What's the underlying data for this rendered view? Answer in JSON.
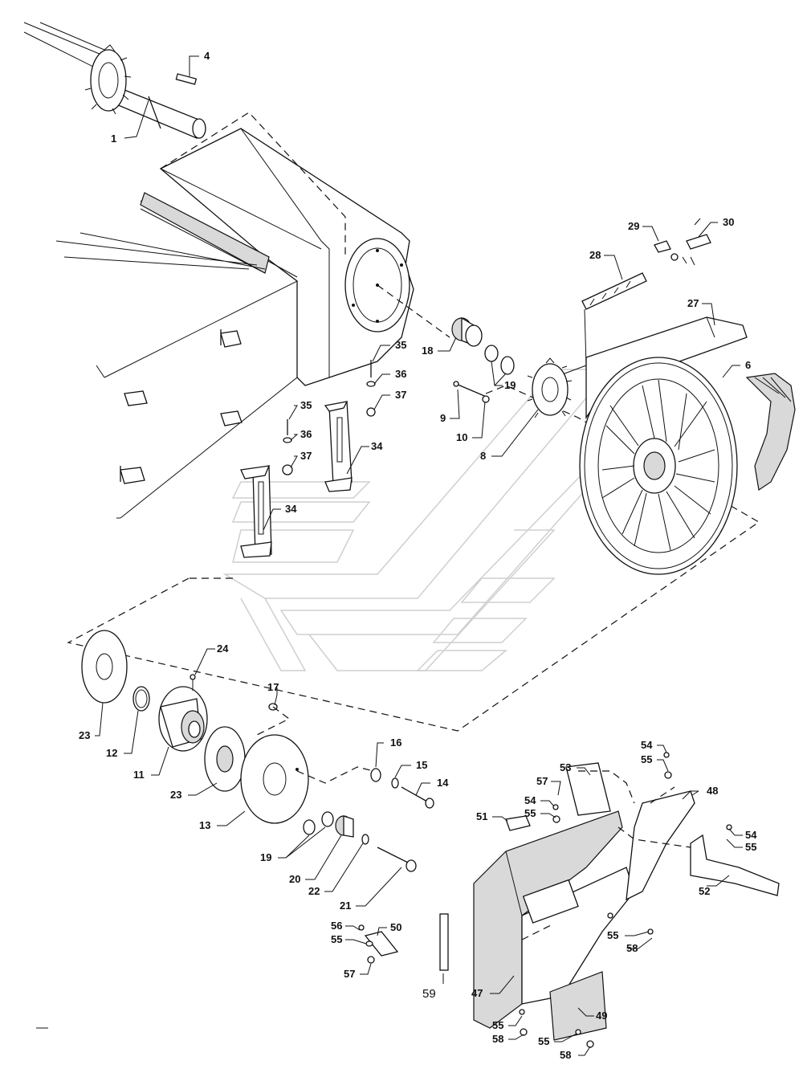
{
  "diagram": {
    "callouts": {
      "c1": "1",
      "c4": "4",
      "c29": "29",
      "c30": "30",
      "c28": "28",
      "c27": "27",
      "c6": "6",
      "c18": "18",
      "c19a": "19",
      "c9": "9",
      "c10": "10",
      "c8": "8",
      "c35a": "35",
      "c36a": "36",
      "c37a": "37",
      "c35b": "35",
      "c36b": "36",
      "c37b": "37",
      "c34a": "34",
      "c34b": "34",
      "c24": "24",
      "c17": "17",
      "c23a": "23",
      "c12": "12",
      "c11": "11",
      "c23b": "23",
      "c13": "13",
      "c16": "16",
      "c15": "15",
      "c14": "14",
      "c19b": "19",
      "c20": "20",
      "c22": "22",
      "c21": "21",
      "c56": "56",
      "c55a": "55",
      "c50": "50",
      "c57a": "57",
      "c59": "59",
      "c53": "53",
      "c57b": "57",
      "c54a": "54",
      "c55b": "55",
      "c54b": "54",
      "c55c": "55",
      "c51": "51",
      "c48": "48",
      "c54c": "54",
      "c55d": "55",
      "c52": "52",
      "c55e": "55",
      "c58a": "58",
      "c47": "47",
      "c55f": "55",
      "c58b": "58",
      "c49": "49",
      "c55g": "55",
      "c58c": "58"
    }
  }
}
